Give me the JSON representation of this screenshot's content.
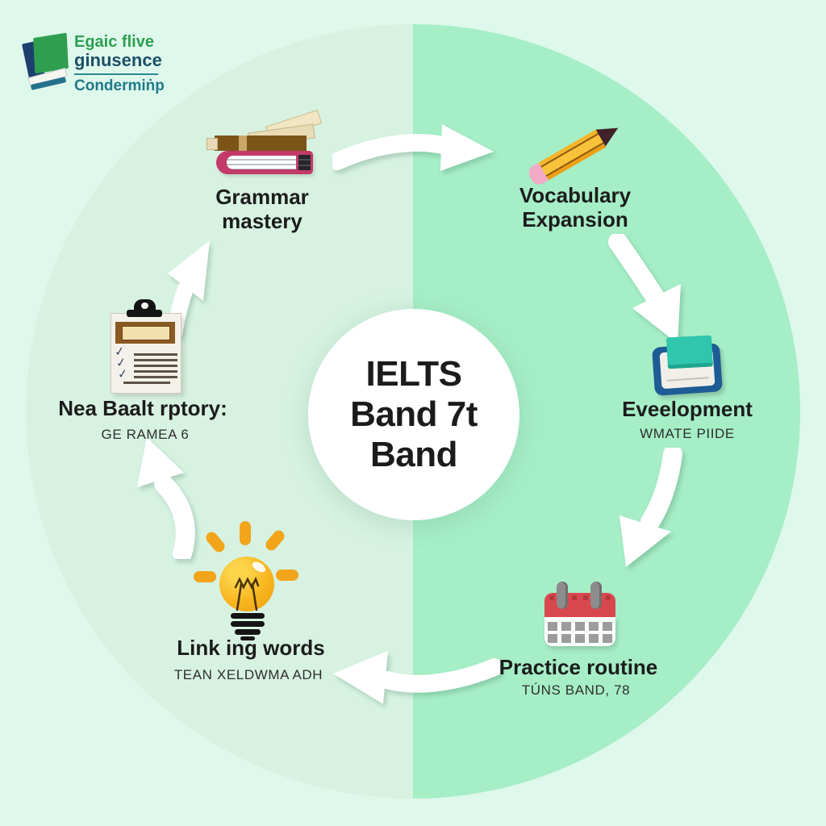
{
  "logo": {
    "icon": "book-stack-logo-icon",
    "line1": "Egaic flive",
    "line2": "ginusence",
    "line3": "Condermiṅp"
  },
  "center": {
    "title": "IELTS\nBand 7t\nBand"
  },
  "nodes": [
    {
      "id": "grammar-mastery",
      "icon": "books-icon",
      "label": "Grammar\nmastery"
    },
    {
      "id": "vocabulary-expansion",
      "icon": "pencil-icon",
      "label": "Vocabulary\nExpansion"
    },
    {
      "id": "development",
      "icon": "notebook-icon",
      "label": "Eveelopment",
      "sublabel": "WMATE PIIDE"
    },
    {
      "id": "practice-routine",
      "icon": "calendar-icon",
      "label": "Practice routine",
      "sublabel": "TÚNS BAND, 78"
    },
    {
      "id": "linking-words",
      "icon": "lightbulb-icon",
      "label": "Link ing words",
      "sublabel": "TEAN XELDWMA ADH"
    },
    {
      "id": "review-report",
      "icon": "clipboard-icon",
      "label": "Nea Baalt rptory:",
      "sublabel": "GE RAMEA 6"
    }
  ],
  "checkmarks": "✓\n✓\n✓",
  "colors": {
    "page_bg": "#def8ec",
    "circle_left_half": "#d7f2e1",
    "circle_right_half": "#a6eec6",
    "center_circle": "#ffffff",
    "arrow": "#ffffff",
    "text": "#1c1c1c",
    "logo_green": "#2f9e4f",
    "logo_navy": "#1d4f66",
    "logo_teal": "#1f7a8a",
    "book_pink": "#c23a68",
    "pencil_orange": "#f5a81c",
    "notebook_blue": "#1d5c94",
    "notebook_teal": "#30c5ad",
    "calendar_red": "#d9484e",
    "bulb_yellow": "#f7b61e",
    "clipboard_brown": "#8a5a22"
  }
}
